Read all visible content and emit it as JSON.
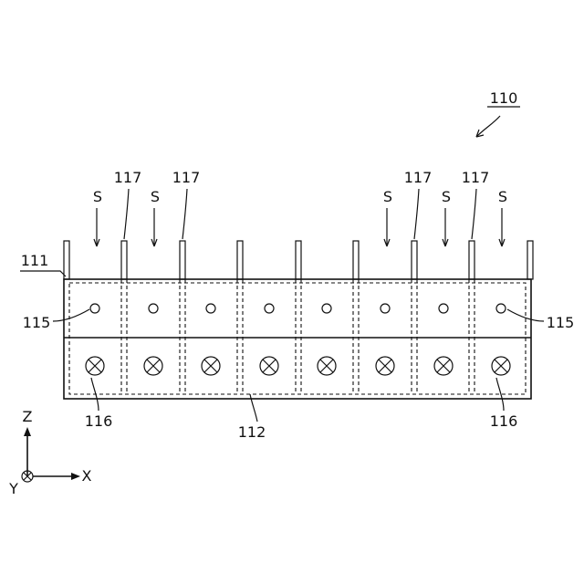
{
  "figure": {
    "ref_label": "110",
    "labels": {
      "tank": "111",
      "drain": "112",
      "nozzle": "115",
      "exhaust": "116",
      "partition": "117",
      "substrate": "S"
    },
    "axes": {
      "z": "Z",
      "y": "Y",
      "x": "X"
    }
  }
}
